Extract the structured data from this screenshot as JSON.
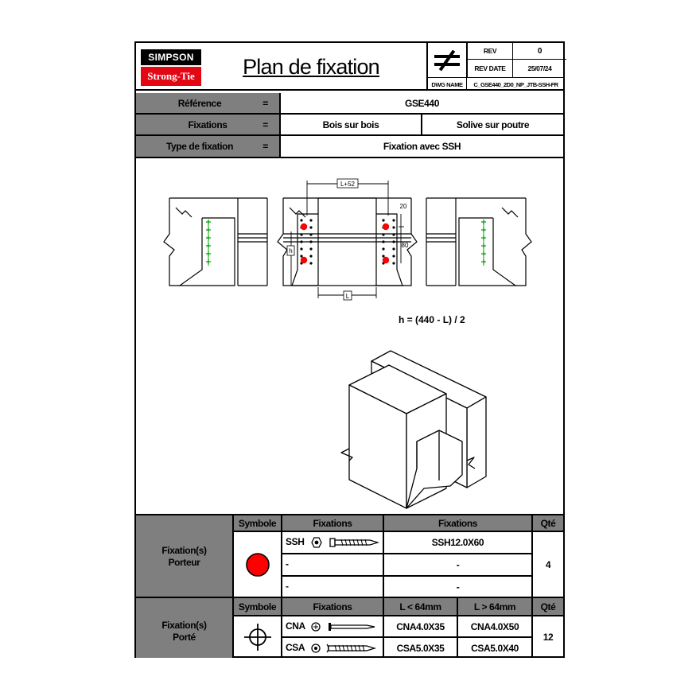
{
  "header": {
    "logo_top": "SIMPSON",
    "logo_bottom": "Strong-Tie",
    "title": "Plan de fixation",
    "rev_label": "REV",
    "rev_value": "0",
    "rev_date_label": "REV DATE",
    "rev_date_value": "25/07/24",
    "dwg_name_label": "DWG NAME",
    "dwg_name_value": "C_GSE440_2D0_NP_JTB-SSH-FR",
    "not_to_scale_icon": "not-equal-icon"
  },
  "info": {
    "reference_label": "Référence",
    "reference_eq": "=",
    "reference_value": "GSE440",
    "fixations_label": "Fixations",
    "fixations_eq": "=",
    "fixations_value_1": "Bois sur bois",
    "fixations_value_2": "Solive sur poutre",
    "type_label": "Type de fixation",
    "type_eq": "=",
    "type_value": "Fixation avec SSH"
  },
  "drawing": {
    "dim_top": "L+52",
    "dim_20": "20",
    "dim_80": "80",
    "dim_h": "h",
    "dim_L": "L",
    "formula": "h = (440 - L) / 2"
  },
  "porteur": {
    "section_label": "Fixation(s)\nPorteur",
    "col_symbol": "Symbole",
    "col_fix": "Fixations",
    "col_fix2": "Fixations",
    "col_qty": "Qté",
    "rows": [
      {
        "name": "SSH",
        "product": "SSH12.0X60"
      },
      {
        "name": "-",
        "product": "-"
      },
      {
        "name": "-",
        "product": "-"
      }
    ],
    "qty": "4",
    "symbol_color": "#ff0000"
  },
  "porte": {
    "section_label": "Fixation(s)\nPorté",
    "col_symbol": "Symbole",
    "col_fix": "Fixations",
    "col_short": "L < 64mm",
    "col_long": "L > 64mm",
    "col_qty": "Qté",
    "rows": [
      {
        "name": "CNA",
        "short": "CNA4.0X35",
        "long": "CNA4.0X50"
      },
      {
        "name": "CSA",
        "short": "CSA5.0X35",
        "long": "CSA5.0X40"
      }
    ],
    "qty": "12",
    "symbol_color": "#00a000"
  },
  "colors": {
    "gray": "#7f7f7f",
    "logo_red": "#e30613",
    "red_fastener": "#ff0000",
    "green_fastener": "#00a000"
  }
}
